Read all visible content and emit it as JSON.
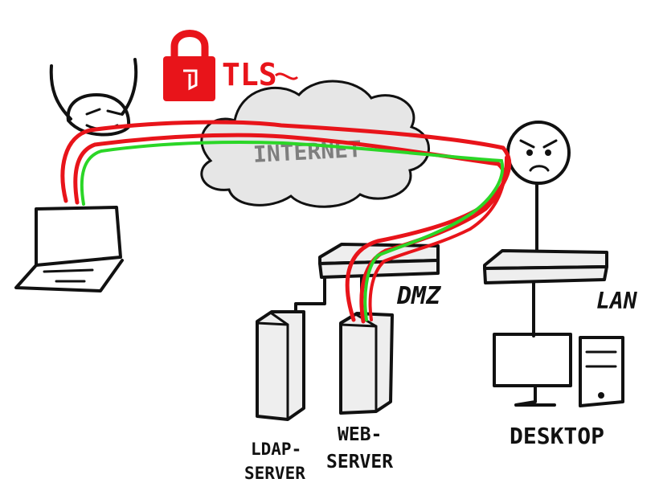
{
  "diagram": {
    "security_label": "TLS",
    "cloud_label": "INTERNET",
    "zone_dmz": "DMZ",
    "zone_lan": "LAN",
    "servers": {
      "ldap": [
        "LDAP-",
        "SERVER"
      ],
      "web": [
        "WEB-",
        "SERVER"
      ],
      "desktop": "DESKTOP"
    },
    "colors": {
      "tls_lock": "#e8141a",
      "encrypted_path": "#e8141a",
      "data_path": "#2bd627",
      "ink": "#111111"
    },
    "icons": [
      "lock-icon",
      "happy-user-icon",
      "angry-attacker-icon",
      "laptop-icon",
      "switch-icon",
      "server-tower-icon",
      "monitor-icon",
      "pc-tower-icon",
      "cloud-icon"
    ]
  }
}
